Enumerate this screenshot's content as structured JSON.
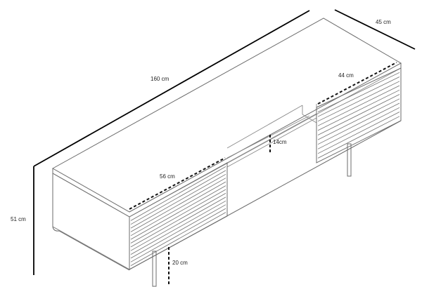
{
  "product": "TV console line drawing with dimensions",
  "dimensions": {
    "width": "160 cm",
    "depth": "45 cm",
    "height": "51 cm",
    "left_door_width": "56 cm",
    "right_door_width": "44 cm",
    "shelf_height": "14cm",
    "leg_height": "20 cm"
  },
  "colors": {
    "outline": "#6b6b6b",
    "dimension_line": "#000000",
    "background": "#ffffff"
  }
}
